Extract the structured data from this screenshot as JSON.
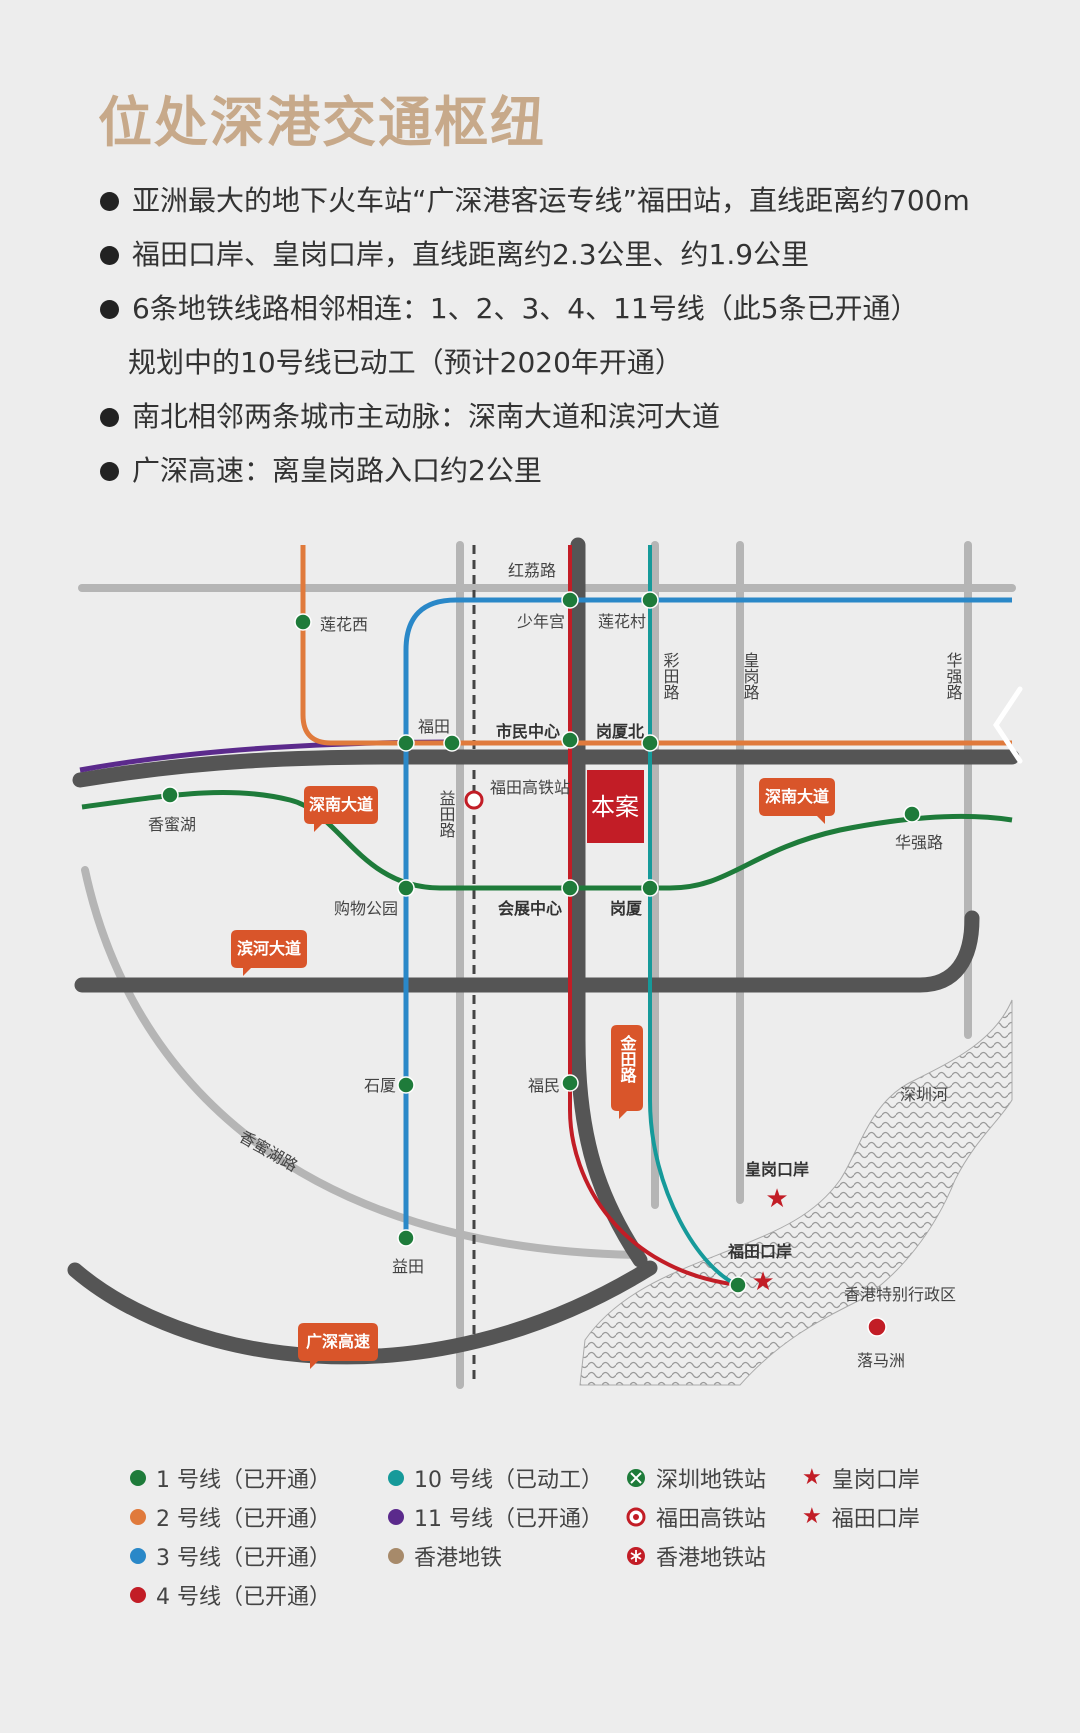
{
  "title": "位处深港交通枢纽",
  "bullets": [
    "亚洲最大的地下火车站“广深港客运专线”福田站，直线距离约700m",
    "福田口岸、皇岗口岸，直线距离约2.3公里、约1.9公里",
    "6条地铁线路相邻相连：1、2、3、4、11号线（此5条已开通）",
    "规划中的10号线已动工（预计2020年开通）",
    "南北相邻两条城市主动脉：深南大道和滨河大道",
    "广深高速：离皇岗路入口约2公里"
  ],
  "map": {
    "roads": {
      "honglilu": "红荔路",
      "caitian": "彩田路",
      "huanggang": "皇岗路",
      "huaqiang": "华强路",
      "yitian": "益田路",
      "jintian": "金田路",
      "xiangmihu_road": "香蜜湖路",
      "shennan_left": "深南大道",
      "shennan_right": "深南大道",
      "binhe": "滨河大道",
      "guangshen": "广深高速",
      "shenzhen_river": "深圳河"
    },
    "stations": {
      "lianhuaxi": "莲花西",
      "shaoniangong": "少年宫",
      "lianhuacun": "莲花村",
      "futian": "福田",
      "shiminzhongxin": "市民中心",
      "gangxiabei": "岗厦北",
      "xiangmihu": "香蜜湖",
      "futian_hsr": "福田高铁站",
      "huaqianglu": "华强路",
      "gouwugongyuan": "购物公园",
      "huizhanzhongxin": "会展中心",
      "gangxia": "岗厦",
      "shixia": "石厦",
      "fumin": "福民",
      "yitian_st": "益田",
      "luomazhou": "落马洲"
    },
    "ports": {
      "huanggang": "皇岗口岸",
      "futian": "福田口岸"
    },
    "hk_label": "香港特别行政区",
    "project": "本案"
  },
  "legend": [
    {
      "label": "1 号线（已开通）",
      "color": "#1e7b3a",
      "kind": "dot"
    },
    {
      "label": "2 号线（已开通）",
      "color": "#e07a3c",
      "kind": "dot"
    },
    {
      "label": "3 号线（已开通）",
      "color": "#2a88c8",
      "kind": "dot"
    },
    {
      "label": "4 号线（已开通）",
      "color": "#c21d26",
      "kind": "dot"
    },
    {
      "label": "10 号线（已动工）",
      "color": "#169a9a",
      "kind": "dot"
    },
    {
      "label": "11 号线（已开通）",
      "color": "#5b2a8c",
      "kind": "dot"
    },
    {
      "label": "香港地铁",
      "color": "#a78a6a",
      "kind": "dot"
    },
    {
      "label": "深圳地铁站",
      "color": "#1e7b3a",
      "kind": "metro-icon"
    },
    {
      "label": "福田高铁站",
      "color": "#c21d26",
      "kind": "hsr-icon"
    },
    {
      "label": "香港地铁站",
      "color": "#c21d26",
      "kind": "hk-icon"
    },
    {
      "label": "皇岗口岸",
      "color": "#c21d26",
      "kind": "star"
    },
    {
      "label": "福田口岸",
      "color": "#c21d26",
      "kind": "star"
    }
  ],
  "colors": {
    "title": "#c7a98a",
    "line1": "#1e7b3a",
    "line2": "#e07a3c",
    "line3": "#2a88c8",
    "line4": "#c21d26",
    "line10": "#169a9a",
    "line11": "#5b2a8c",
    "road_major": "#555555",
    "road_minor": "#b5b5b5",
    "tag": "#d9552a"
  }
}
